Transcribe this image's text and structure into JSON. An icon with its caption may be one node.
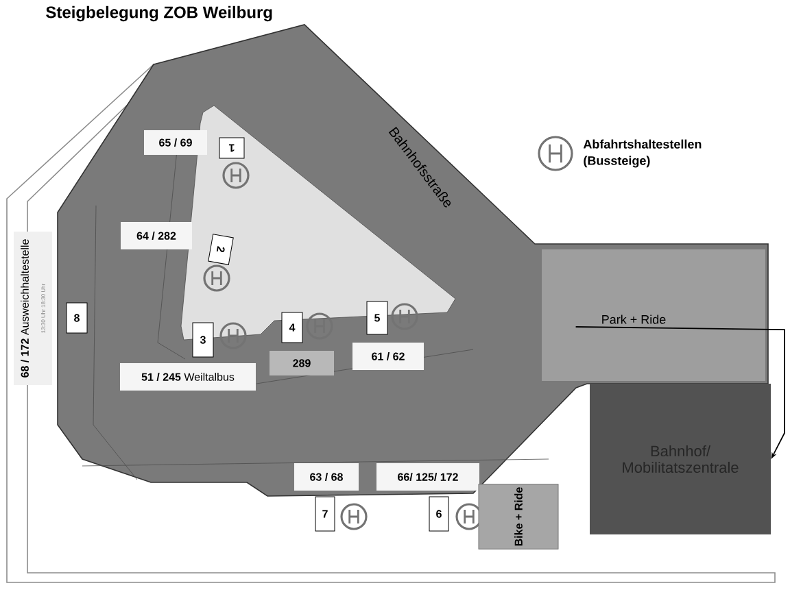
{
  "diagram": {
    "title": "Steigbelegung ZOB Weilburg",
    "nodes": [
      {
        "text": [
          "65 / 69"
        ]
      },
      {
        "text": [
          "1"
        ]
      },
      {
        "text": [
          "64 / 282"
        ]
      },
      {
        "text": [
          "2"
        ]
      },
      {
        "text": [
          "8"
        ]
      },
      {
        "text": [
          "**68 /  172** Ausweichhaltestelle",
          "13:30 Uhr 18:30 Uhr"
        ]
      },
      {
        "text": [
          "3"
        ]
      },
      {
        "text": [
          "4"
        ]
      },
      {
        "text": [
          "5"
        ]
      },
      {
        "text": [
          "**51 / 245** Weiltalbus"
        ]
      },
      {
        "text": [
          "289"
        ]
      },
      {
        "text": [
          "61 / 62"
        ]
      },
      {
        "text": [
          "Park + Ride"
        ]
      },
      {
        "text": [
          "Bahnhof/ Mobilitatszentrale"
        ]
      },
      {
        "text": [
          "63 / 68"
        ]
      },
      {
        "text": [
          "66/ 125/ 172"
        ]
      },
      {
        "text": [
          "7"
        ]
      },
      {
        "text": [
          "6"
        ]
      },
      {
        "text": [
          "Bike + Ride"
        ]
      }
    ],
    "edges": [
      {
        "from": 12,
        "to": 13,
        "arrow": "to"
      }
    ],
    "labels": [
      "Bahnhofsstraße"
    ],
    "legend": [
      {
        "text": "Abfahrtshaltestellen (Bussteige)"
      }
    ]
  }
}
